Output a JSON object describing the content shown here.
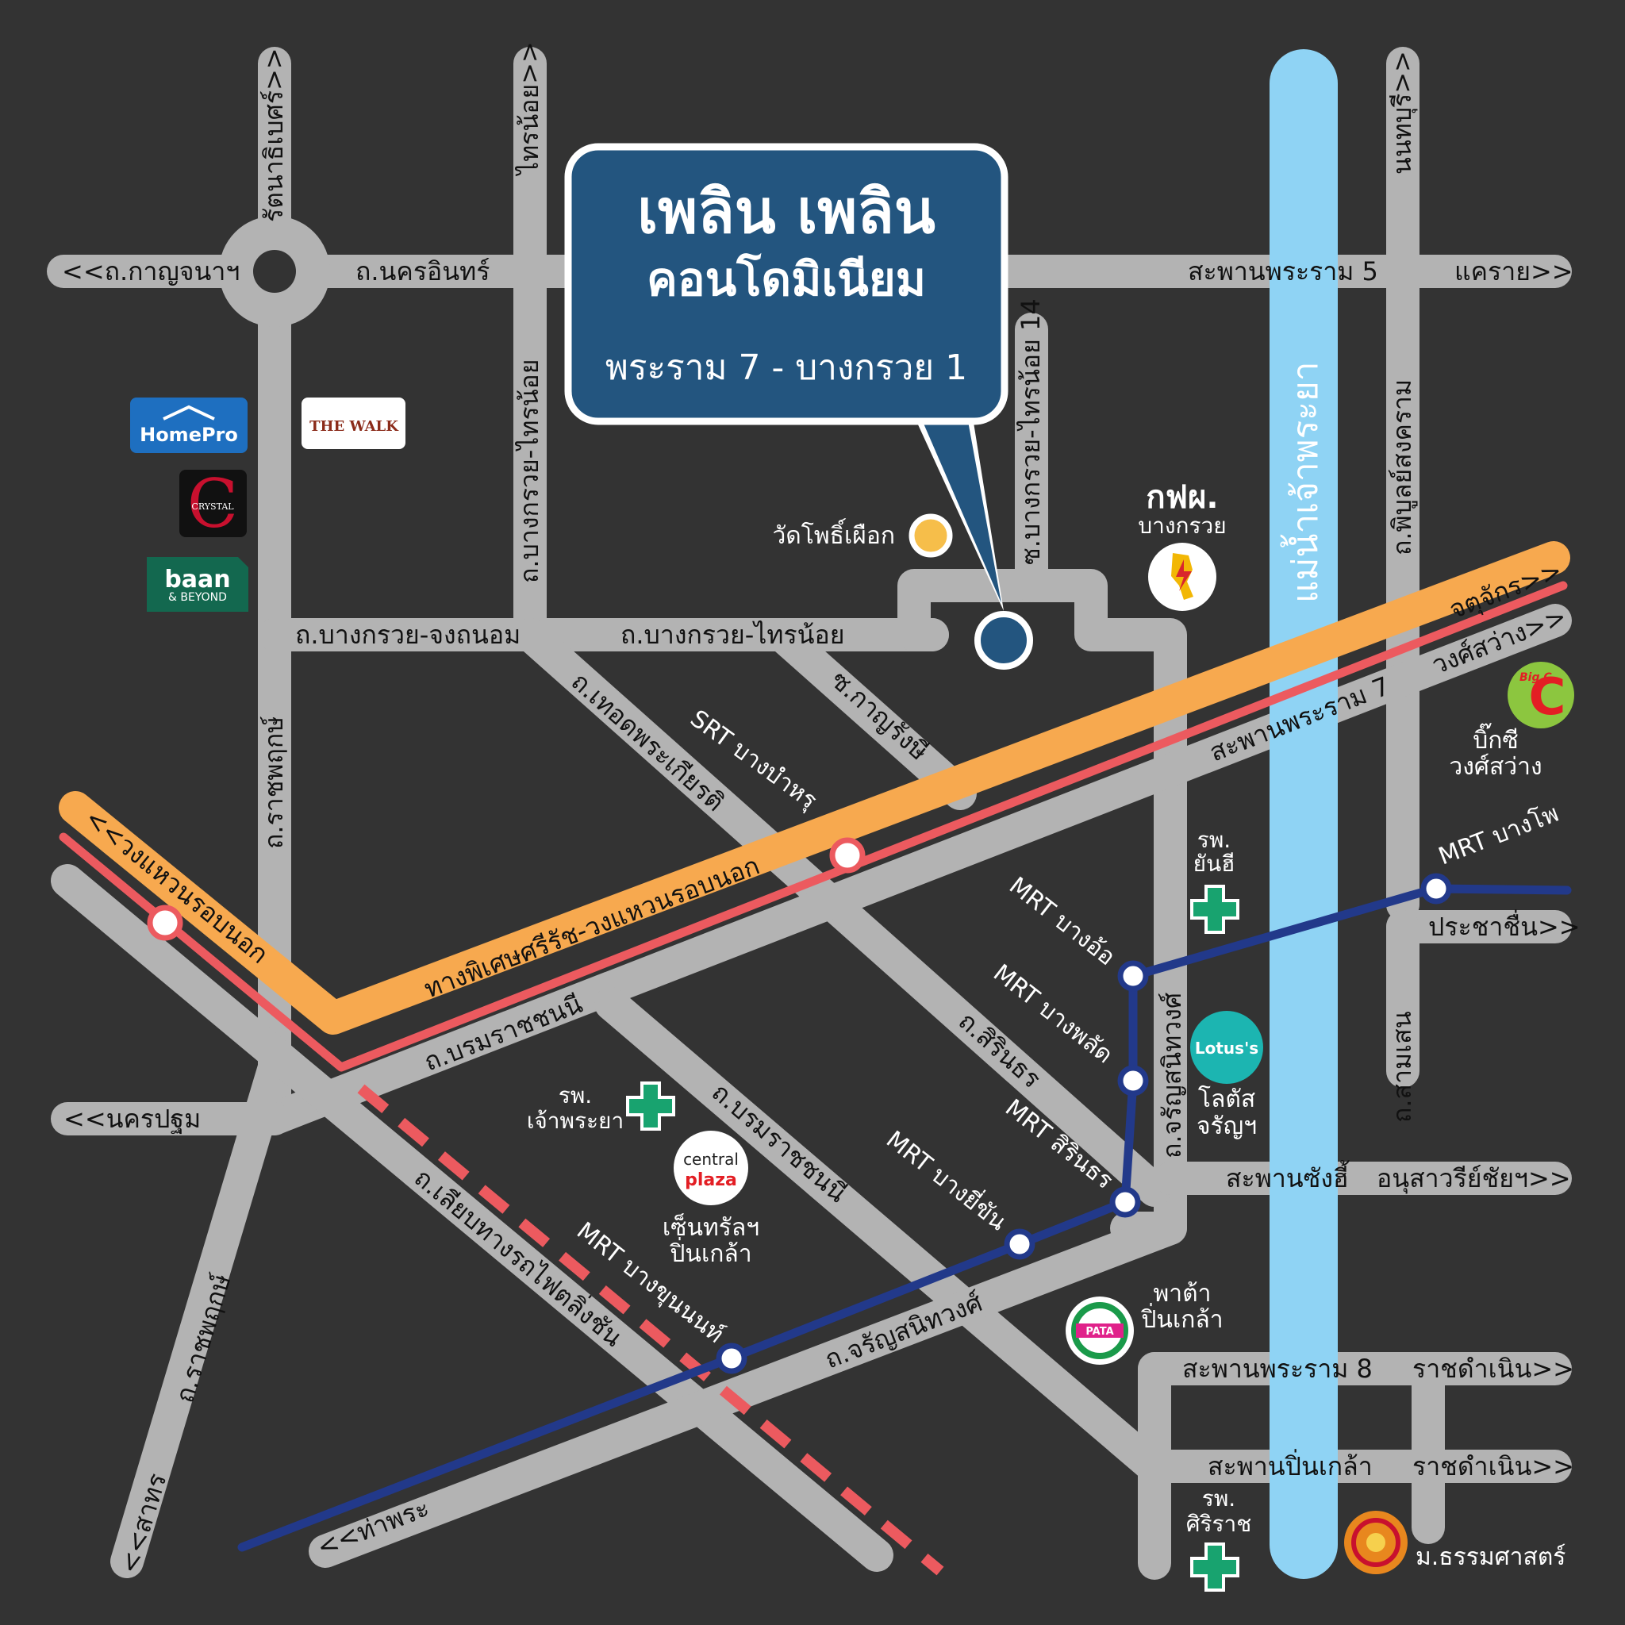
{
  "title": {
    "line1": "เพลิน เพลิน",
    "line2": "คอนโดมิเนียม",
    "line3": "พระราม 7 - บางกรวย 1"
  },
  "colors": {
    "background": "#333333",
    "road": "#b3b3b3",
    "river": "#8fd3f4",
    "expressway": "#f7a94f",
    "srt_line": "#ec5a5f",
    "mrt_line": "#22398a",
    "callout": "#23557f",
    "project_pin": "#23557f",
    "hospital_cross": "#18a36f"
  },
  "roads": {
    "kanchana": "<<ถ.กาญจนาฯ",
    "nakhon_in": "ถ.นครอินทร์",
    "rattanathibet": "รัตนาธิเบศร์>>",
    "sai_noi_top": "ไทรน้อย>>",
    "bang_kruai_sai_noi_v": "ถ.บางกรวย-ไทรน้อย",
    "soi_bang_kruai_sai_noi_14": "ซ.บางกรวย-ไทรน้อย 14",
    "rama5_bridge": "สะพานพระราม 5",
    "khae_rai": "แคราย>>",
    "nonthaburi": "นนทบุรี>>",
    "phibun_songkhram": "ถ.พิบูลย์สงคราม",
    "chao_phraya": "แม่น้ำเจ้าพระยา",
    "bang_kruai_chong_nonsi": "ถ.บางกรวย-จงถนอม",
    "bang_kruai_sai_noi_h": "ถ.บางกรวย-ไทรน้อย",
    "thoet_phra_kiat": "ถ.เทอดพระเกียรติ",
    "kanchanaphisek_soi": "ซ.กาญรังษี",
    "rama7_bridge": "สะพานพระราม 7",
    "chatuchak": "จตุจักร>>",
    "wongsawang": "วงศ์สว่าง>>",
    "ratchaphruek_top": "ถ.ราชพฤกษ์",
    "outer_ring": "<<วงแหวนรอบนอก",
    "expressway_name": "ทางพิเศษศรีรัช-วงแหวนรอบนอก",
    "borommaratchachonnani_1": "ถ.บรมราชชนนี",
    "borommaratchachonnani_2": "ถ.บรมราชชนนี",
    "nakhon_pathom": "<<นครปฐม",
    "sirindhorn": "ถ.สิรินธร",
    "charan_v": "ถ.จรัญสนิทวงศ์",
    "charan_h": "ถ.จรัญสนิทวงศ์",
    "prachachuen": "ประชาชื่น>>",
    "sam_sen": "ถ.สามเสน",
    "sang_hi_bridge": "สะพานซังฮี้",
    "victory_monument": "อนุสาวรีย์ชัยฯ>>",
    "liap_rot_fai": "ถ.เลียบทางรถไฟตลิ่งชัน",
    "ratchaphruek_bottom": "ถ.ราชพฤกษ์",
    "sathon": "<<สาทร",
    "tha_phra": "<<ท่าพระ",
    "rama8_bridge": "สะพานพระราม 8",
    "ratchadamnoen_1": "ราชดำเนิน>>",
    "pinklao_bridge": "สะพานปิ่นเกล้า",
    "ratchadamnoen_2": "ราชดำเนิน>>"
  },
  "stations": {
    "srt_bang_bamru": "SRT บางบำหรุ",
    "mrt_bang_o": "MRT บางอ้อ",
    "mrt_bang_phlat": "MRT บางพลัด",
    "mrt_sirindhorn": "MRT สิรินธร",
    "mrt_bang_yi_khan": "MRT บางยี่ขัน",
    "mrt_bang_khun_non": "MRT บางขุนนนท์",
    "mrt_bang_pho": "MRT บางโพ"
  },
  "places": {
    "wat_pho_phueak": "วัดโพธิ์เผือก",
    "egat_line1": "กฟผ.",
    "egat_line2": "บางกรวย",
    "bigc_line1": "บิ๊กซี",
    "bigc_line2": "วงศ์สว่าง",
    "yanhee_line1": "รพ.",
    "yanhee_line2": "ยันฮี",
    "lotus_line1": "โลตัส",
    "lotus_line2": "จรัญฯ",
    "chaophraya_hosp_line1": "รพ.",
    "chaophraya_hosp_line2": "เจ้าพระยา",
    "central_line1": "เซ็นทรัลฯ",
    "central_line2": "ปิ่นเกล้า",
    "pata_line1": "พาต้า",
    "pata_line2": "ปิ่นเกล้า",
    "siriraj_line1": "รพ.",
    "siriraj_line2": "ศิริราช",
    "thammasat": "ม.ธรรมศาสตร์"
  },
  "logos": {
    "homepro": "HomePro",
    "the_walk": "THE WALK",
    "crystal": "CRYSTAL",
    "baan_line1": "baan",
    "baan_line2": "& BEYOND",
    "bigc": "Big C",
    "lotus": "Lotus's",
    "central_line1": "central",
    "central_line2": "plaza",
    "pata": "PATA"
  }
}
